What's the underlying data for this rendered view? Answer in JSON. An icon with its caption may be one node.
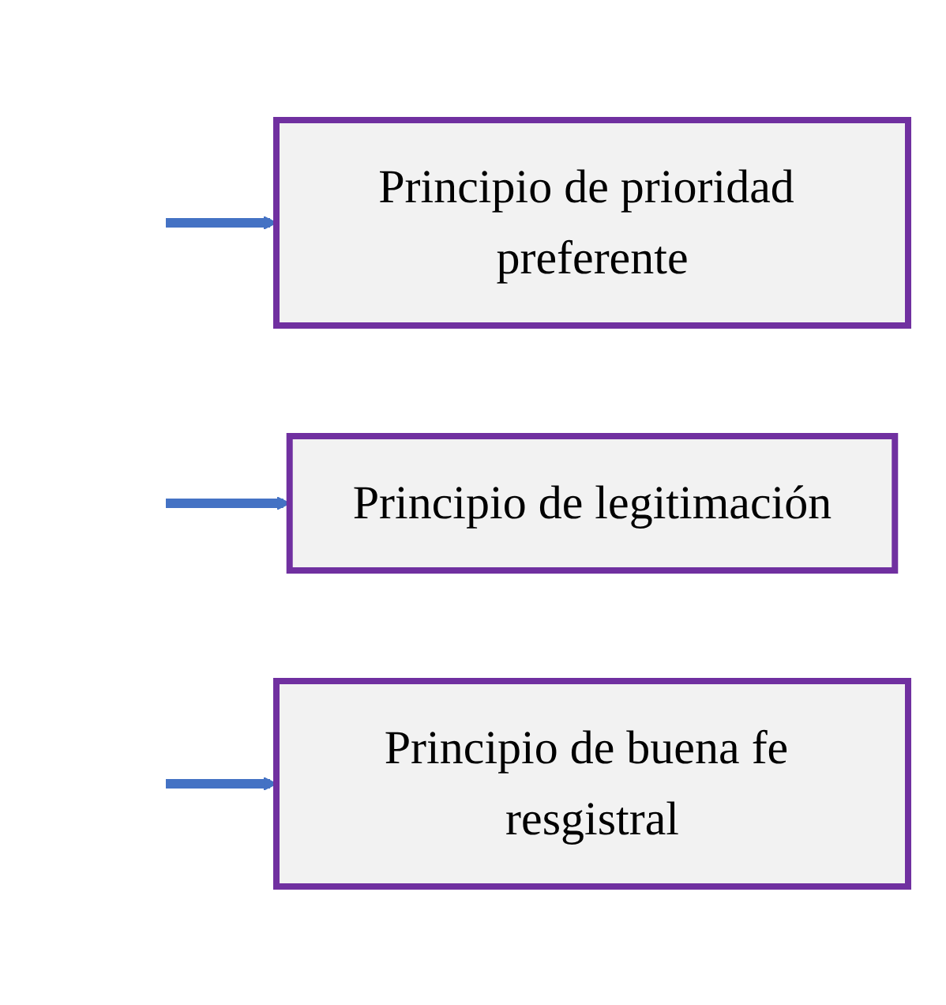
{
  "diagram": {
    "nodes": [
      {
        "text": [
          "Principio de prioridad preferente"
        ]
      },
      {
        "text": [
          "Principio de legitimación"
        ]
      },
      {
        "text": [
          "Principio de buena fe resgistral"
        ]
      }
    ],
    "edges": [
      {
        "from": null,
        "to": 0,
        "arrow": "to"
      },
      {
        "from": null,
        "to": 1,
        "arrow": "to"
      },
      {
        "from": null,
        "to": 2,
        "arrow": "to"
      }
    ]
  }
}
